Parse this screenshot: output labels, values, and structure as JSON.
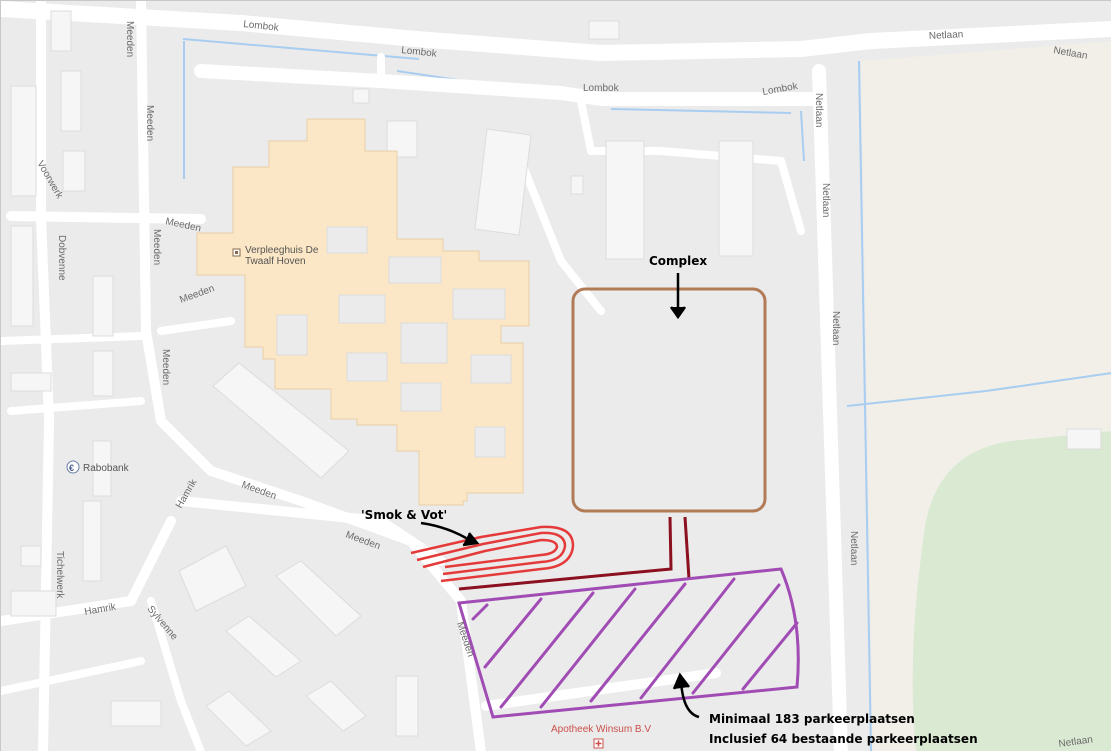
{
  "streets": {
    "lombok_1": "Lombok",
    "lombok_2": "Lombok",
    "lombok_3": "Lombok",
    "lombok_4": "Lombok",
    "netlaan_top_1": "Netlaan",
    "netlaan_top_2": "Netlaan",
    "netlaan_v1": "Netlaan",
    "netlaan_v2": "Netlaan",
    "netlaan_v3": "Netlaan",
    "netlaan_v4": "Netlaan",
    "netlaan_bottom": "Netlaan",
    "meeden_v1": "Meeden",
    "meeden_v2": "Meeden",
    "meeden_v3": "Meeden",
    "meeden_v4": "Meeden",
    "meeden_h1": "Meeden",
    "meeden_h2": "Meeden",
    "meeden_diag1": "Meeden",
    "meeden_diag2": "Meeden",
    "meeden_lower": "Meeden",
    "voorwerk": "Voorwerk",
    "dobvenne": "Dobvenne",
    "hamrik_1": "Hamrik",
    "hamrik_2": "Hamrik",
    "sylvenne": "Sylvenne",
    "tichelwerk": "Tichelwerk"
  },
  "pois": {
    "care_home_line1": "Verpleeghuis De",
    "care_home_line2": "Twaalf Hoven",
    "bank": "Rabobank",
    "bank_symbol": "€",
    "pharmacy": "Apotheek Winsum B.V"
  },
  "annotations": {
    "complex": "Complex",
    "smok_vot": "'Smok & Vot'",
    "parking_line1": "Minimaal 183 parkeerplaatsen",
    "parking_line2": "Inclusief 64 bestaande parkeerplaatsen"
  },
  "colors": {
    "background": "#ebebeb",
    "field": "#f1efe8",
    "green_area": "#d9e9d2",
    "care_home": "#fbe6c5",
    "water": "#a8cdf0",
    "complex_outline": "#b07b56",
    "drive_red": "#e53a3a",
    "drive_dark_red": "#8b1020",
    "parking_purple": "#a04cb4"
  },
  "icons": {
    "care_home_marker": "square-marker-icon",
    "bank_marker": "euro-icon",
    "pharmacy_marker": "pharmacy-icon"
  }
}
